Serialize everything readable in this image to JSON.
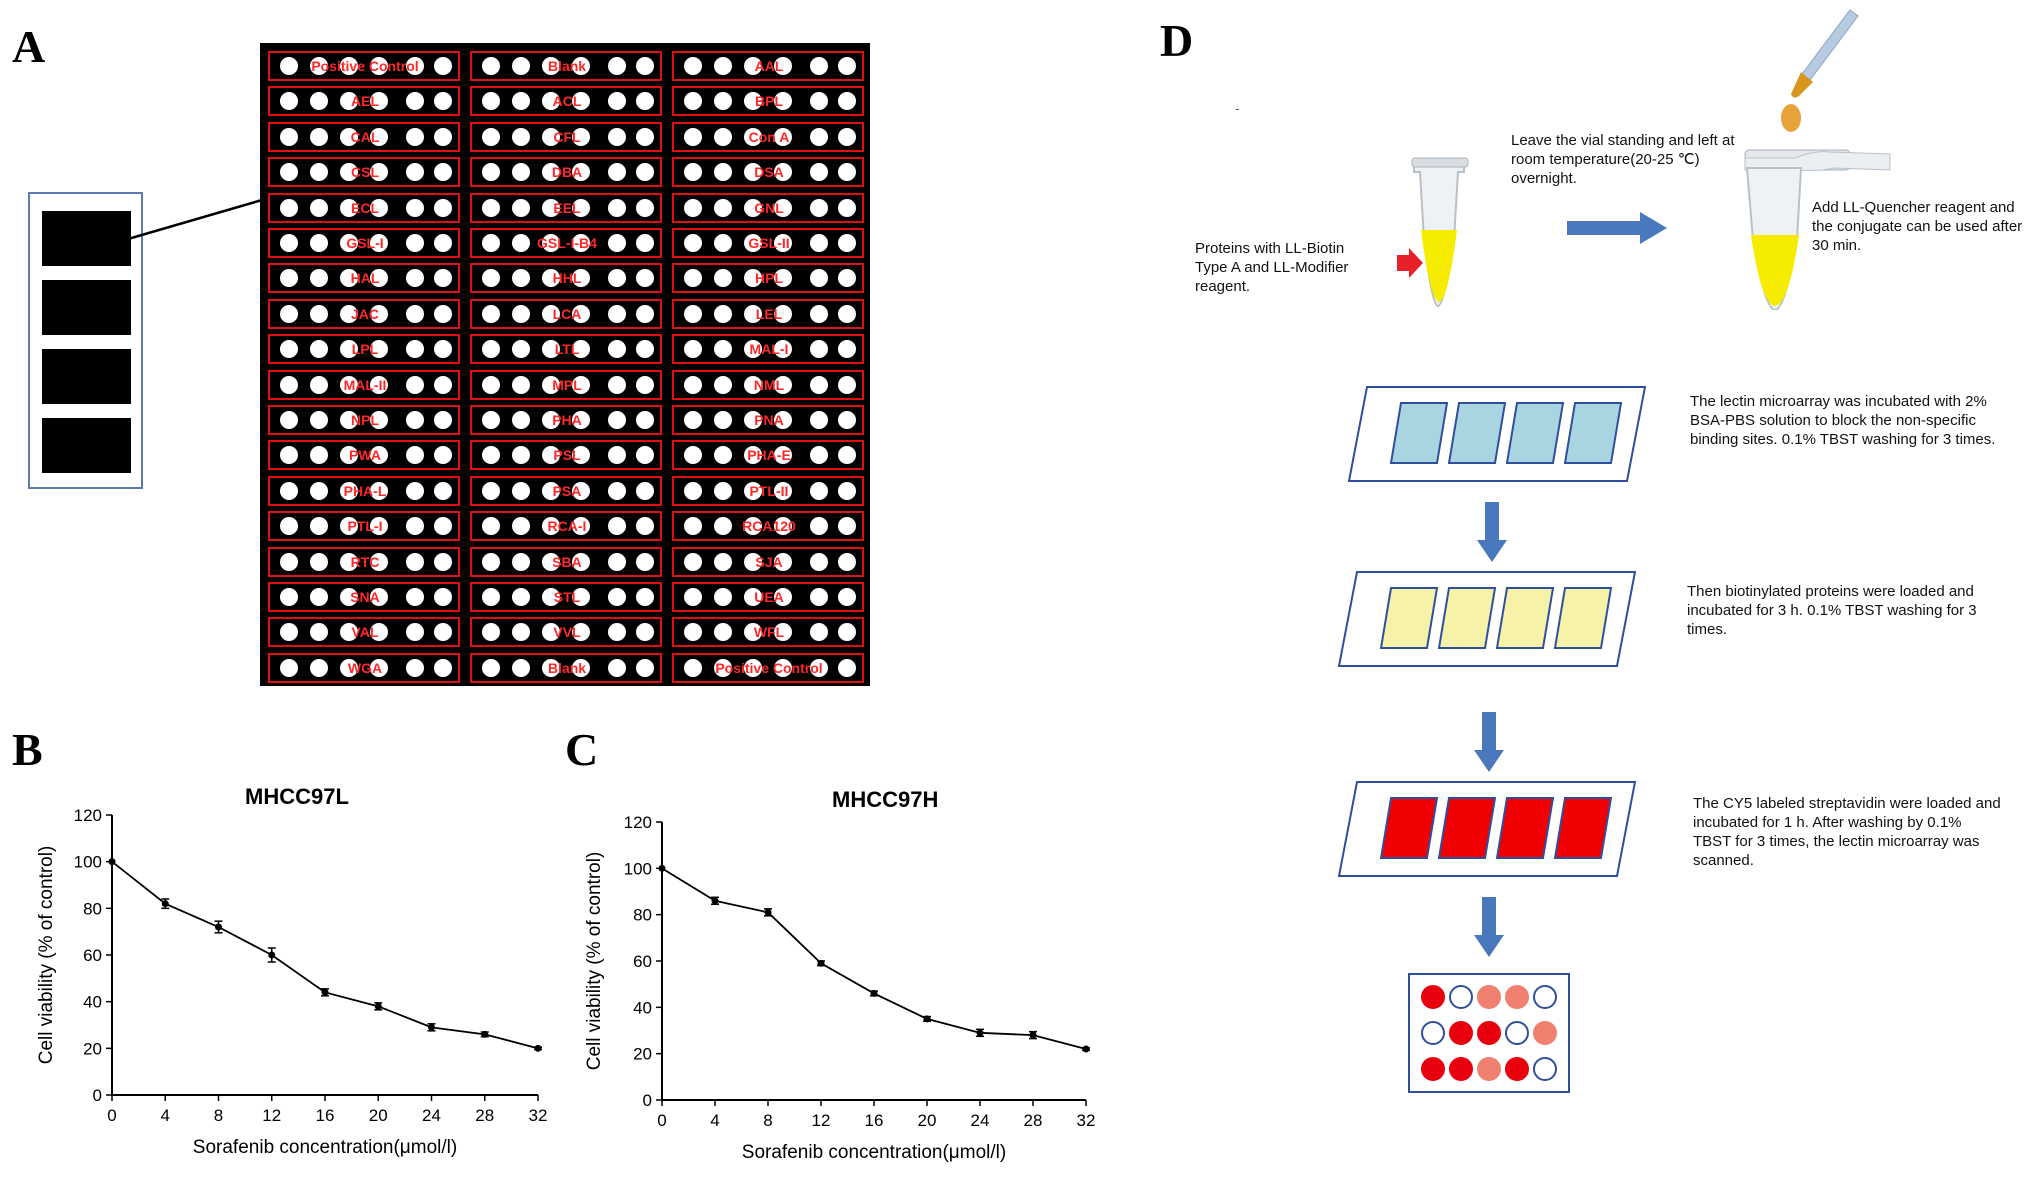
{
  "panels": {
    "A": "A",
    "B": "B",
    "C": "C",
    "D": "D"
  },
  "array": {
    "columns": [
      [
        "Positive Control",
        "AEL",
        "CAL",
        "CSL",
        "ECL",
        "GSL-I",
        "HAL",
        "JAC",
        "LPL",
        "MAL-II",
        "NPL",
        "PWA",
        "PHA-L",
        "PTL-I",
        "RTC",
        "SNA",
        "VAL",
        "WGA"
      ],
      [
        "Blank",
        "ACL",
        "CFL",
        "DBA",
        "EEL",
        "GSL-I-B4",
        "HHL",
        "LCA",
        "LTL",
        "MPL",
        "PHA",
        "PSL",
        "PSA",
        "RCA-I",
        "SBA",
        "STL",
        "VVL",
        "Blank"
      ],
      [
        "AAL",
        "BPL",
        "Con A",
        "DSA",
        "GNL",
        "GSL-II",
        "HPL",
        "LEL",
        "MAL-I",
        "NML",
        "PNA",
        "PHA-E",
        "PTL-II",
        "RCA120",
        "SJA",
        "UEA",
        "WFL",
        "Positive Control"
      ]
    ],
    "colors": {
      "background": "#000000",
      "border": "#e01010",
      "label": "#ff2828",
      "spot": "#ffffff"
    }
  },
  "chart_data": [
    {
      "type": "line",
      "title": "MHCC97L",
      "xlabel": "Sorafenib concentration(μmol/l)",
      "ylabel": "Cell viability (% of control)",
      "x": [
        0,
        4,
        8,
        12,
        16,
        20,
        24,
        28,
        32
      ],
      "y": [
        100,
        82,
        72,
        60,
        44,
        38,
        29,
        26,
        20
      ],
      "error": [
        0,
        2,
        2.5,
        3,
        1.5,
        1.5,
        1.5,
        1,
        0.5
      ],
      "xlim": [
        0,
        32
      ],
      "ylim": [
        0,
        120
      ],
      "xticks": [
        0,
        4,
        8,
        12,
        16,
        20,
        24,
        28,
        32
      ],
      "yticks": [
        0,
        20,
        40,
        60,
        80,
        100,
        120
      ]
    },
    {
      "type": "line",
      "title": "MHCC97H",
      "xlabel": "Sorafenib concentration(μmol/l)",
      "ylabel": "Cell viability (% of control)",
      "x": [
        0,
        4,
        8,
        12,
        16,
        20,
        24,
        28,
        32
      ],
      "y": [
        100,
        86,
        81,
        59,
        46,
        35,
        29,
        28,
        22
      ],
      "error": [
        0,
        1.5,
        1.5,
        1,
        1,
        1,
        1.5,
        1.5,
        0.5
      ],
      "xlim": [
        0,
        32
      ],
      "ylim": [
        0,
        120
      ],
      "xticks": [
        0,
        4,
        8,
        12,
        16,
        20,
        24,
        28,
        32
      ],
      "yticks": [
        0,
        20,
        40,
        60,
        80,
        100,
        120
      ]
    }
  ],
  "workflow": {
    "stray_mark": "-",
    "proteins_text": "Proteins with LL-Biotin Type A and LL-Modifier reagent.",
    "leave_text": "Leave the vial standing and left at room temperature(20-25 ℃) overnight.",
    "quencher_text": "Add LL-Quencher reagent and the conjugate can be used after 30 min.",
    "step1_text": "The lectin microarray was incubated with 2% BSA-PBS solution to block the non-specific binding sites. 0.1% TBST washing for 3 times.",
    "step2_text": "Then biotinylated proteins were loaded and incubated for 3 h. 0.1% TBST washing for 3 times.",
    "step3_text": "The CY5 labeled streptavidin were loaded and incubated for 1 h. After washing by 0.1% TBST for 3 times, the lectin microarray was scanned.",
    "slide_colors": [
      "#a9d5e0",
      "#f6f3a8",
      "#f00000"
    ],
    "result_spots": [
      [
        "filled",
        "empty",
        "light",
        "light",
        "empty"
      ],
      [
        "empty",
        "filled",
        "filled",
        "empty",
        "light"
      ],
      [
        "filled",
        "filled",
        "light",
        "filled",
        "empty"
      ]
    ],
    "colors": {
      "filled": "#e8000f",
      "light": "#f08070",
      "empty": "#ffffff",
      "ring": "#2f4f9c",
      "arrow": "#4a78bd",
      "red_arrow": "#e8202a",
      "tube_liquid": "#f5ec00"
    }
  }
}
